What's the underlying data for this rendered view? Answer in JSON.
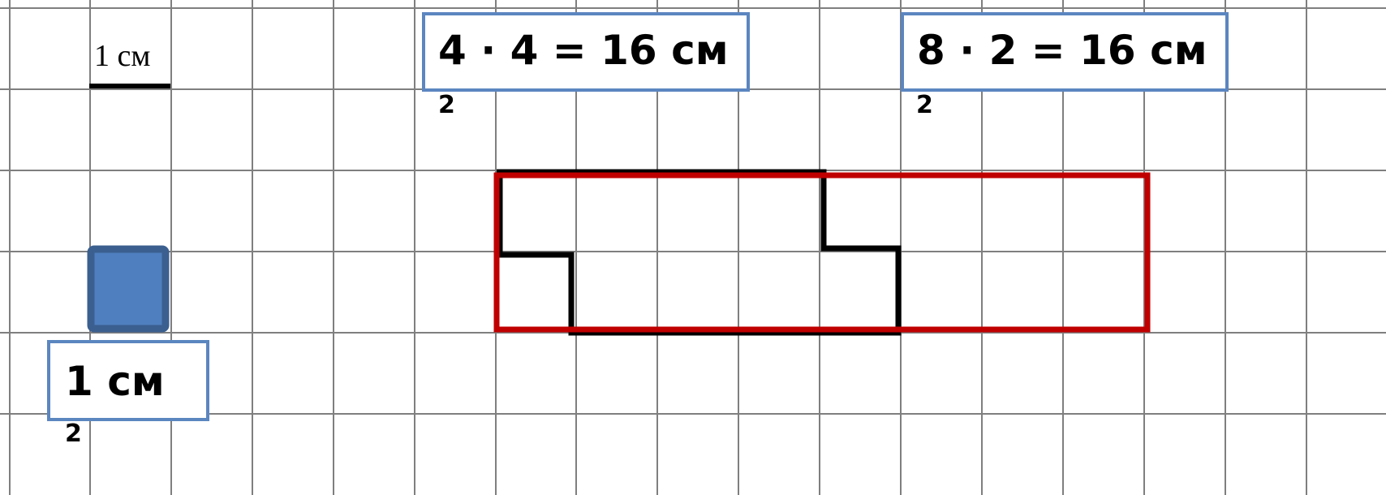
{
  "scale_label": "1 см",
  "unit_square": {
    "label": "1 см",
    "exponent": "2"
  },
  "equations": [
    {
      "text": "4 · 4 = 16 см",
      "exponent": "2"
    },
    {
      "text": "8 · 2 = 16 см",
      "exponent": "2"
    }
  ],
  "colors": {
    "grid": "#7f7f7f",
    "frame": "#5b86c0",
    "unit_square_fill": "#4f7fbf",
    "unit_square_border": "#3b5f8f",
    "stepped_figure": "#000000",
    "rectangle": "#c00000"
  }
}
